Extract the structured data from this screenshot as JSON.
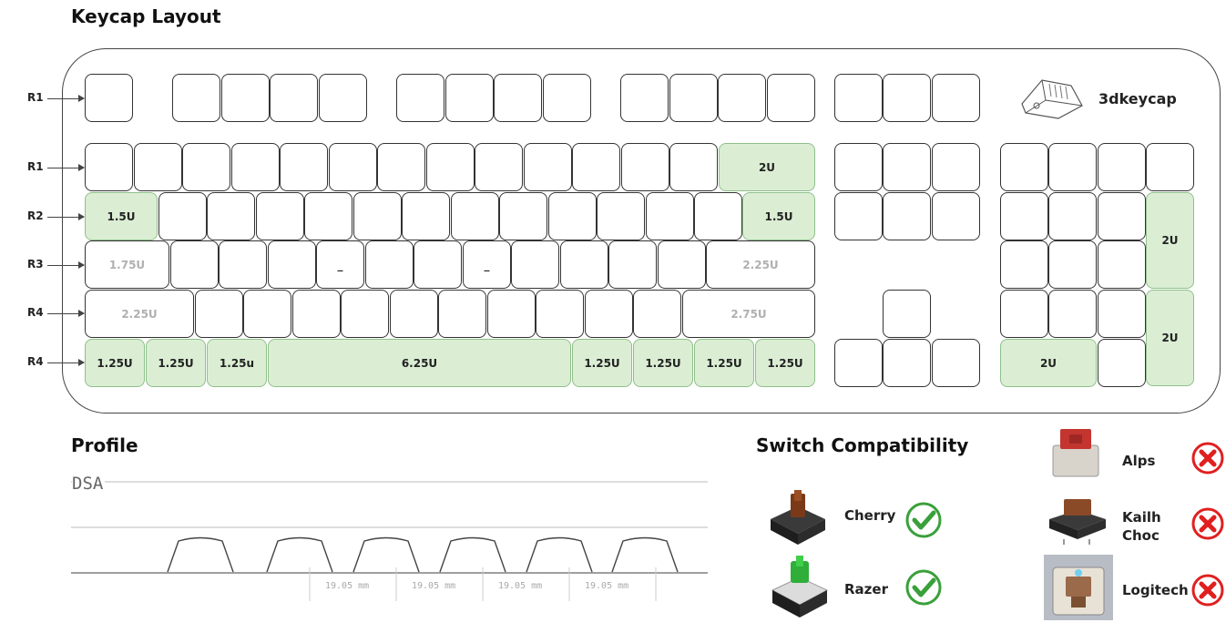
{
  "titles": {
    "layout": "Keycap Layout",
    "profile": "Profile",
    "switch": "Switch Compatibility"
  },
  "brand": "3dkeycap",
  "row_labels": [
    "R1",
    "R1",
    "R2",
    "R3",
    "R4",
    "R4"
  ],
  "keys": {
    "backspace": "2U",
    "tab": "1.5U",
    "backslash": "1.5U",
    "caps": "1.75U",
    "f_bump": "_",
    "j_bump": "_",
    "enter": "2.25U",
    "lshift": "2.25U",
    "rshift": "2.75U",
    "lctrl": "1.25U",
    "lwin": "1.25U",
    "lalt": "1.25u",
    "space": "6.25U",
    "ralt": "1.25U",
    "rwin": "1.25U",
    "menu": "1.25U",
    "rctrl": "1.25U",
    "numplus": "2U",
    "numenter": "2U",
    "num0": "2U"
  },
  "profile": {
    "name": "DSA",
    "spacings": [
      "19.05 mm",
      "19.05 mm",
      "19.05 mm",
      "19.05 mm"
    ]
  },
  "switches": [
    {
      "name": "Cherry",
      "compatible": true,
      "color": "#3aa03a"
    },
    {
      "name": "Razer",
      "compatible": true,
      "color": "#3aa03a"
    },
    {
      "name": "Alps",
      "compatible": false,
      "color": "#e02020"
    },
    {
      "name": "Kailh Choc",
      "compatible": false,
      "color": "#e02020"
    },
    {
      "name": "Logitech",
      "compatible": false,
      "color": "#e02020"
    }
  ],
  "colors": {
    "highlight_key": "#dbeed4",
    "check": "#3aa03a",
    "cross": "#e02020"
  }
}
